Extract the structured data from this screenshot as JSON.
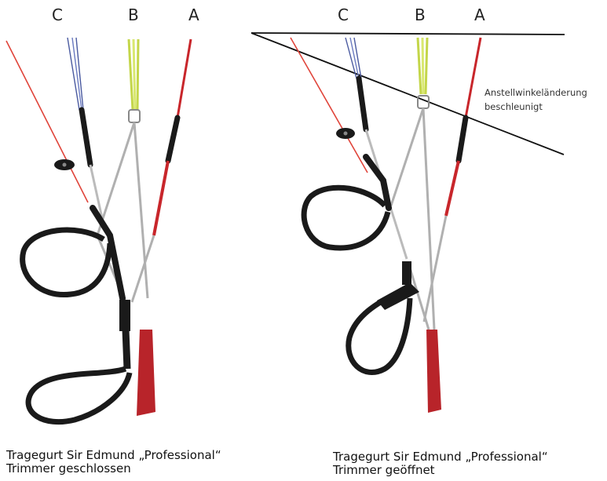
{
  "left_figure": {
    "riser_labels": [
      "C",
      "B",
      "A"
    ],
    "caption_line1": "Tragegurt Sir Edmund „Professional“",
    "caption_line2": "Trimmer geschlossen"
  },
  "right_figure": {
    "riser_labels": [
      "C",
      "B",
      "A"
    ],
    "annotation_line1": "Anstellwinkeländerung",
    "annotation_line2": "beschleunigt",
    "caption_line1": "Tragegurt Sir Edmund „Professional“",
    "caption_line2": "Trimmer geöffnet"
  },
  "colors": {
    "a_riser": "#c8262b",
    "b_riser": "#c4d64a",
    "c_riser": "#4a5aa0",
    "webbing": "#1a1a1a",
    "line_grey": "#b0b0b0",
    "brake_line": "#e0443a"
  }
}
